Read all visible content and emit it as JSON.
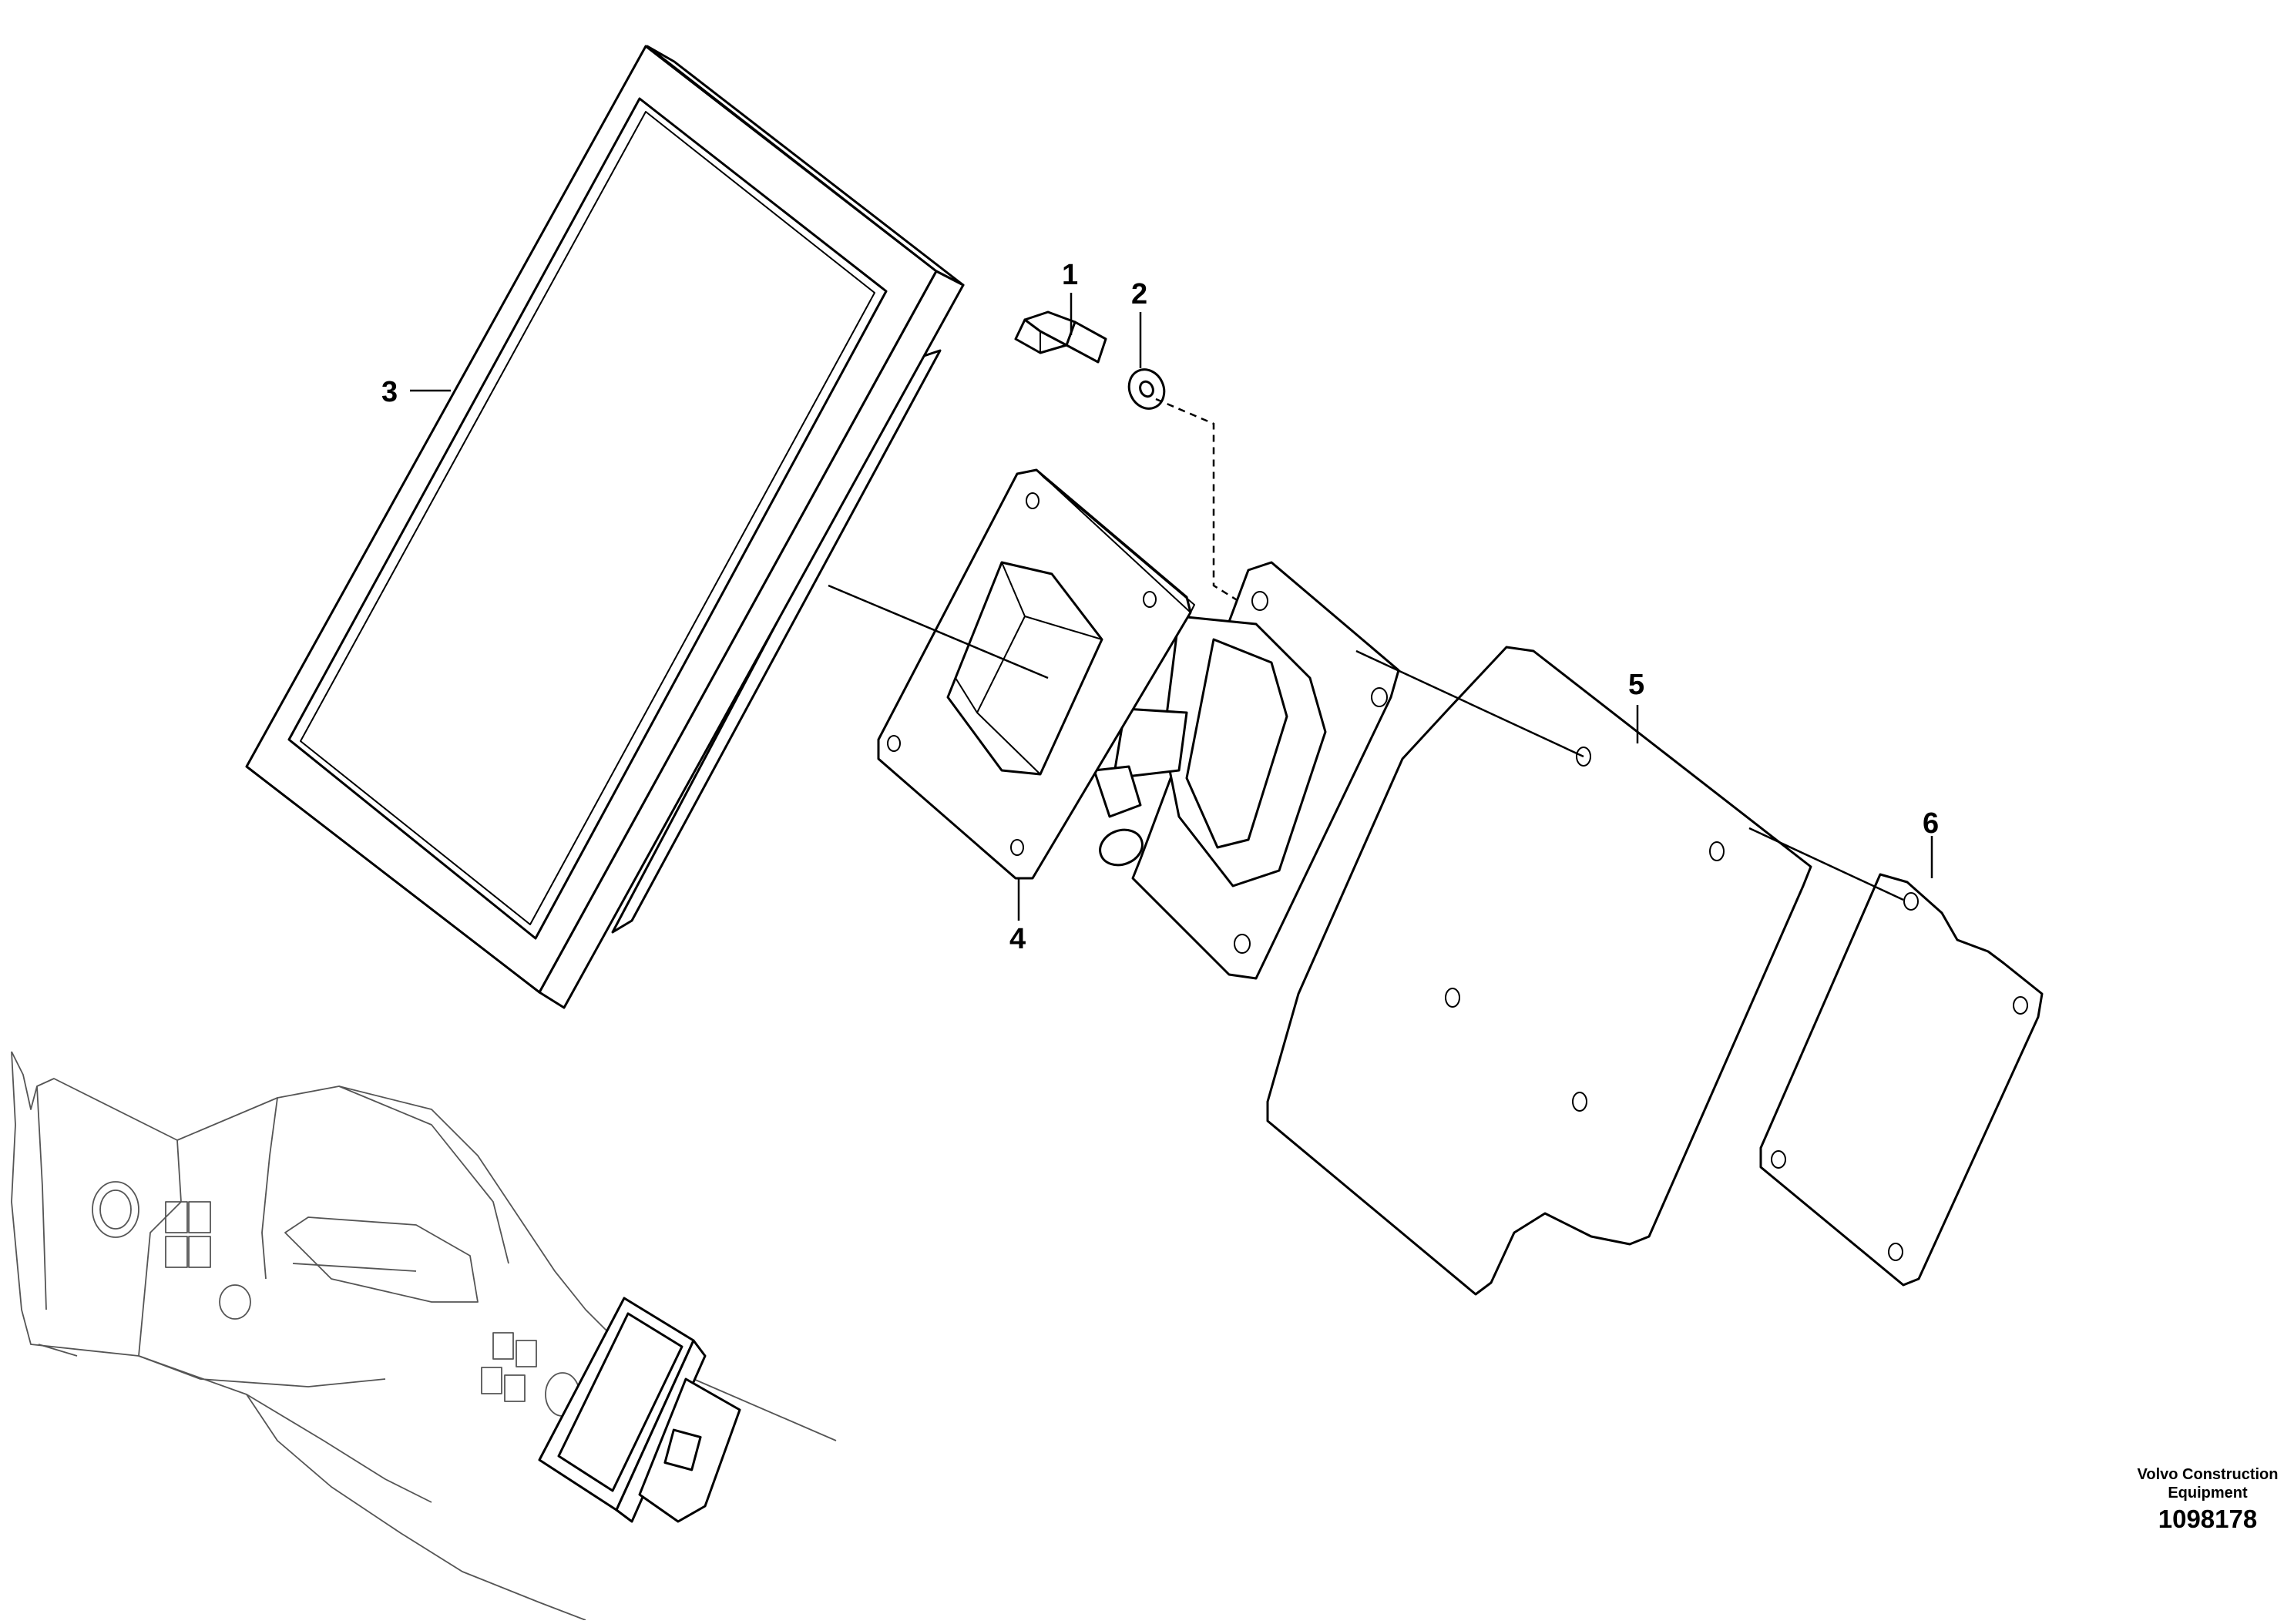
{
  "diagram": {
    "callouts": [
      {
        "id": "1",
        "label": "1",
        "part": "bolt"
      },
      {
        "id": "2",
        "label": "2",
        "part": "washer"
      },
      {
        "id": "3",
        "label": "3",
        "part": "display-monitor"
      },
      {
        "id": "4",
        "label": "4",
        "part": "mounting-bracket"
      },
      {
        "id": "5",
        "label": "5",
        "part": "mounting-plate"
      },
      {
        "id": "6",
        "label": "6",
        "part": "cover-plate"
      }
    ],
    "inset": "cab-dashboard-location-view"
  },
  "credit": {
    "line1": "Volvo Construction",
    "line2": "Equipment",
    "drawing_number": "1098178"
  }
}
